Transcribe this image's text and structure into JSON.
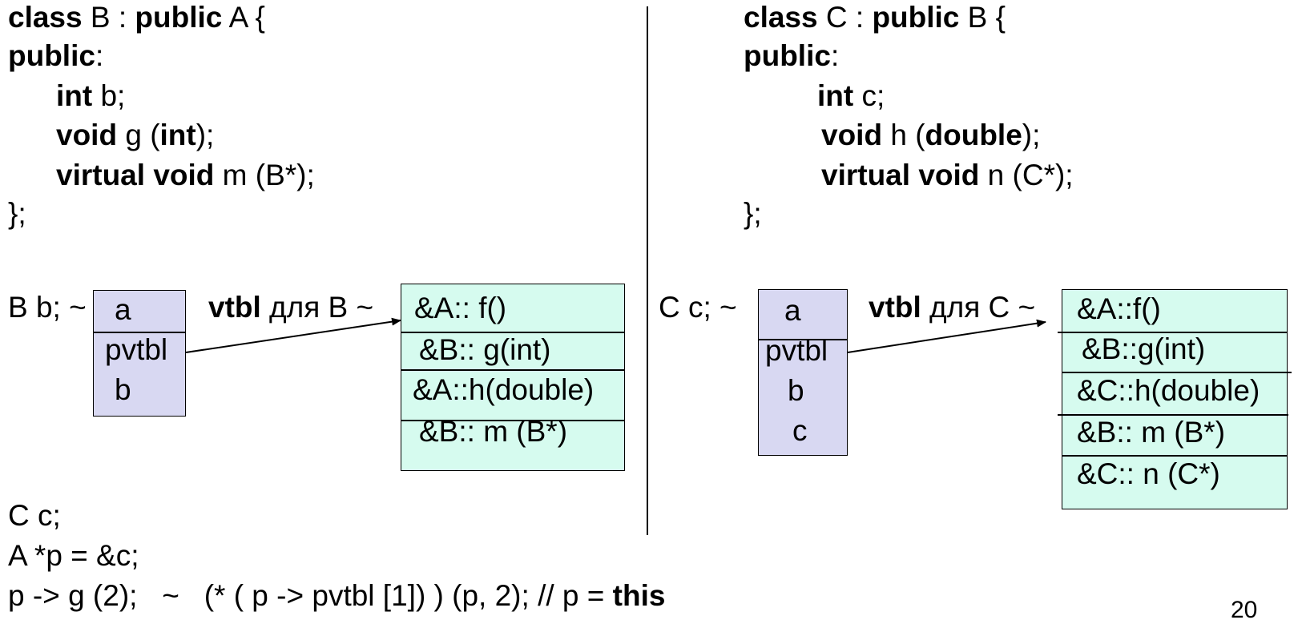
{
  "class_b": {
    "line1": {
      "kw1": "class",
      "t1": " B : ",
      "kw2": "public",
      "t2": " A {"
    },
    "line2": {
      "kw1": "public",
      "t1": ":"
    },
    "line3": {
      "kw1": "int",
      "t1": " b;"
    },
    "line4": {
      "kw1": "void",
      "t1": " g (",
      "kw2": "int",
      "t2": ");"
    },
    "line5": {
      "kw1": "virtual void",
      "t1": " m (B*);"
    },
    "line6": "};"
  },
  "class_c": {
    "line1": {
      "kw1": "class",
      "t1": " C : ",
      "kw2": "public",
      "t2": " B {"
    },
    "line2": {
      "kw1": "public",
      "t1": ":"
    },
    "line3": {
      "kw1": "int",
      "t1": " c;"
    },
    "line4": {
      "kw1": "void",
      "t1": " h (",
      "kw2": "double",
      "t2": ");"
    },
    "line5": {
      "kw1": "virtual void",
      "t1": " n (C*);"
    },
    "line6": "};"
  },
  "diagram_b": {
    "object_label": "B b; ~",
    "object_fields": [
      "a",
      "pvtbl",
      "b"
    ],
    "vtbl_label": {
      "kw": "vtbl",
      "text": " для В ~"
    },
    "vtbl_entries": [
      "&A:: f()",
      "&B:: g(int)",
      "&A::h(double)",
      "&B:: m (B*)"
    ]
  },
  "diagram_c": {
    "object_label": "C c; ~",
    "object_fields": [
      "a",
      "pvtbl",
      "b",
      "c"
    ],
    "vtbl_label": {
      "kw": "vtbl",
      "text": " для С ~"
    },
    "vtbl_entries": [
      "&A::f()",
      "&B::g(int)",
      "&C::h(double)",
      "&B:: m (B*)",
      "&C:: n (C*)"
    ]
  },
  "code_bottom": {
    "line1": "C c;",
    "line2": "A *p = &c;",
    "line3": {
      "text": "p -> g (2);   ~   (* ( p -> pvtbl [1]) ) (p, 2); // p = ",
      "kw": "this"
    }
  },
  "page_number": "20",
  "colors": {
    "object_fill": "#d8d8f2",
    "vtbl_fill": "#d6fbef"
  }
}
